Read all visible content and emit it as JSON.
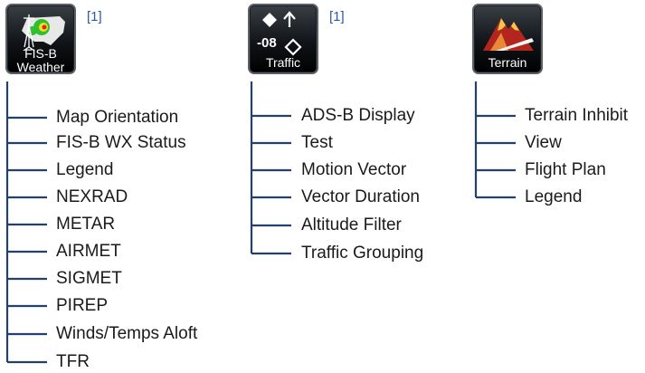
{
  "colors": {
    "line": "#23406f",
    "note": "#2b5a9e",
    "button_bg": "#111418"
  },
  "columns": [
    {
      "button_label_lines": [
        "FIS-B",
        "Weather"
      ],
      "icon": "fis-b-weather-icon",
      "note": "[1]",
      "items": [
        "Map Orientation",
        "FIS-B WX Status",
        "Legend",
        "NEXRAD",
        "METAR",
        "AIRMET",
        "SIGMET",
        "PIREP",
        "Winds/Temps Aloft",
        "TFR"
      ]
    },
    {
      "button_label_lines": [
        "Traffic"
      ],
      "icon": "traffic-icon",
      "icon_text": "-08",
      "note": "[1]",
      "items": [
        "ADS-B Display",
        "Test",
        "Motion Vector",
        "Vector Duration",
        "Altitude Filter",
        "Traffic Grouping"
      ]
    },
    {
      "button_label_lines": [
        "Terrain"
      ],
      "icon": "terrain-icon",
      "items": [
        "Terrain Inhibit",
        "View",
        "Flight Plan",
        "Legend"
      ]
    }
  ]
}
